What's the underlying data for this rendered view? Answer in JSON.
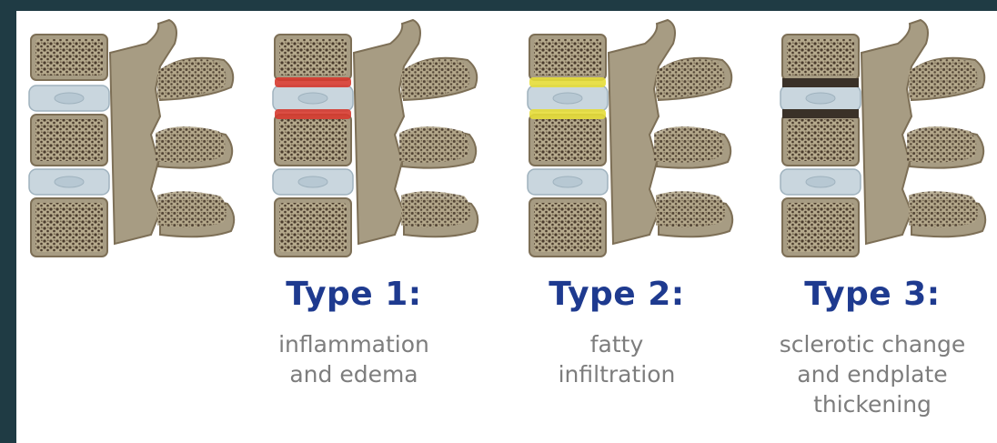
{
  "colors": {
    "outer_border": "#1f3b44",
    "bone": "#a79c83",
    "bone_outline": "#7d6f56",
    "cancellous": "#4a3b2c",
    "disc": "#c9d6de",
    "type1_endplate": "#d63a2f",
    "type2_endplate": "#e6dd38",
    "type3_endplate": "#3a3128",
    "title": "#1e3a8f",
    "description": "#7d7d7d"
  },
  "panels": [
    {
      "variant": "normal",
      "endplate_color": "#c9d6de"
    },
    {
      "variant": "type1",
      "endplate_color": "#d63a2f",
      "title": "Type 1:",
      "description": [
        "inflammation",
        "and edema"
      ]
    },
    {
      "variant": "type2",
      "endplate_color": "#e6dd38",
      "title": "Type 2:",
      "description": [
        "fatty",
        "infiltration"
      ]
    },
    {
      "variant": "type3",
      "endplate_color": "#3a3128",
      "title": "Type 3:",
      "description": [
        "sclerotic change",
        "and endplate",
        "thickening"
      ]
    }
  ]
}
